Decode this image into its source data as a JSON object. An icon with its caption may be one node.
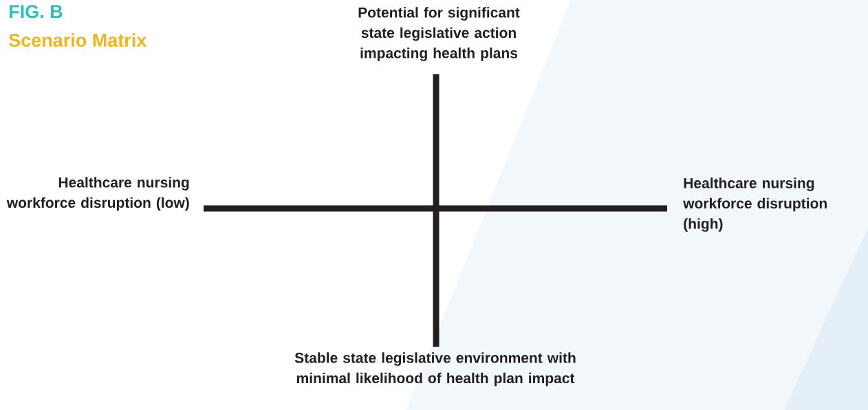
{
  "diagram": {
    "title": "Scenario Matrix",
    "labels": [
      "FIG. B",
      "Potential for significant state legislative action impacting health plans",
      "Healthcare nursing workforce disruption (low)",
      "Healthcare nursing workforce disruption (high)",
      "Stable state legislative environment with minimal likelihood of health plan impact"
    ]
  }
}
